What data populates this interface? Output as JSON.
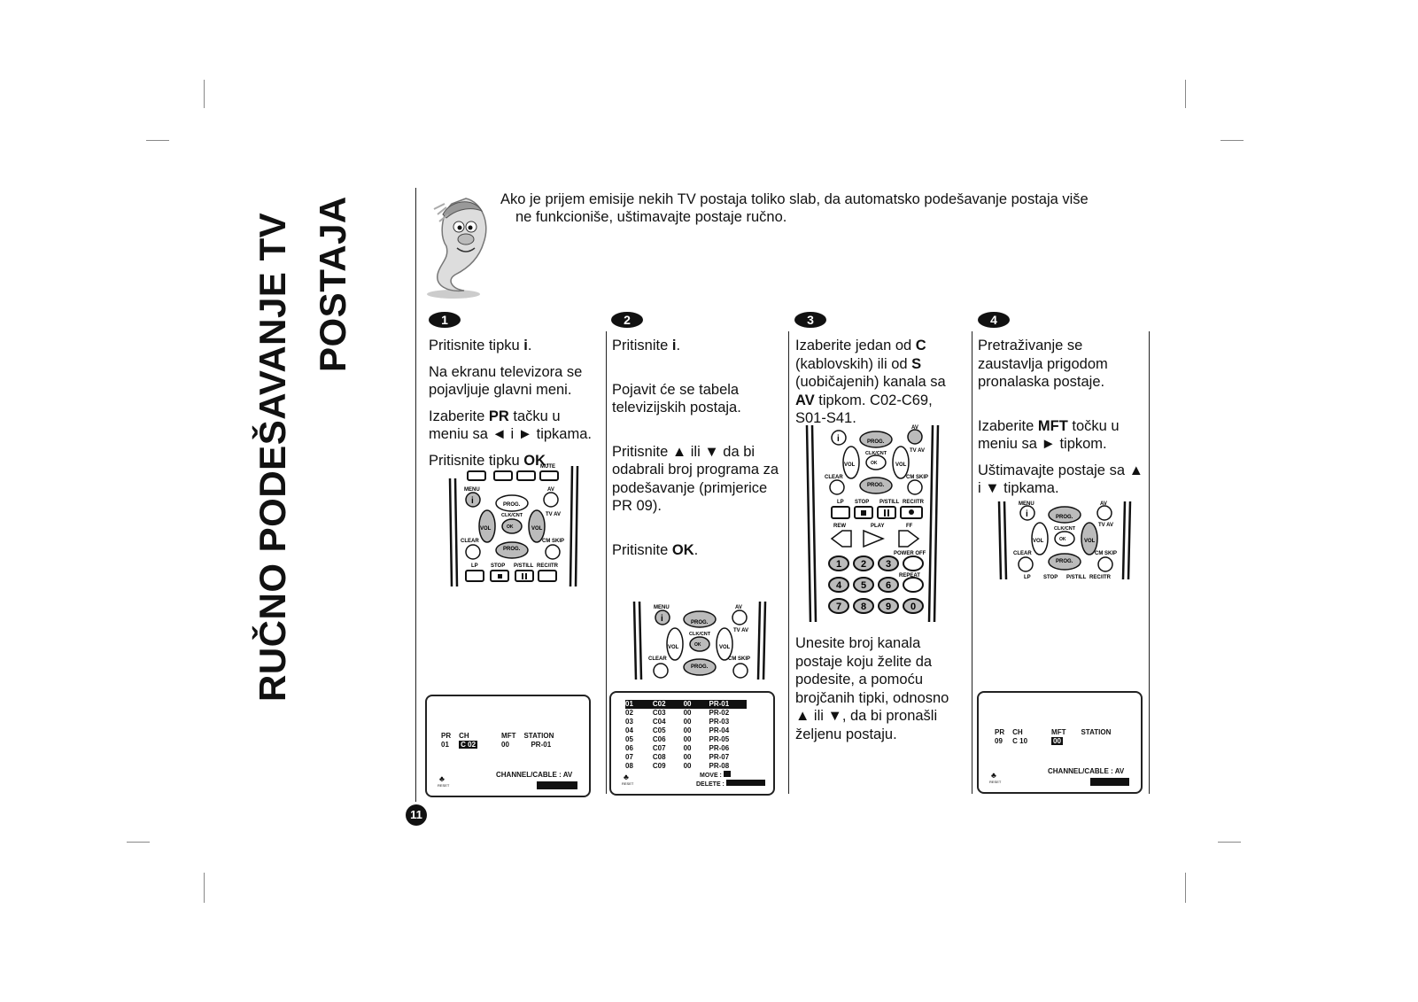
{
  "title": {
    "line1": "RUČNO PODEŠAVANJE TV",
    "line2": "POSTAJA"
  },
  "intro": {
    "line1": "Ako je prijem emisije nekih TV postaja toliko slab, da automatsko podešavanje postaja više",
    "line2": "ne funkcioniše, uštimavajte postaje ručno."
  },
  "steps": [
    {
      "num": "1",
      "lines": [
        {
          "a": "Pritisnite tipku ",
          "b": "i",
          "c": "."
        },
        {
          "a": "Na ekranu televizora se pojavljuje glavni meni.",
          "b": "",
          "c": ""
        },
        {
          "a": "Izaberite ",
          "b": "PR",
          "c": " tačku u meniu sa ◄ i ► tipkama."
        },
        {
          "a": "Pritisnite tipku ",
          "b": "OK",
          "c": "."
        }
      ]
    },
    {
      "num": "2",
      "lines": [
        {
          "a": "Pritisnite ",
          "b": "i",
          "c": "."
        },
        {
          "a": "Pojavit će se tabela televizijskih postaja.",
          "b": "",
          "c": ""
        },
        {
          "a": "Pritisnite ▲ ili ▼ da bi odabrali broj programa za podešavanje (primjerice PR 09).",
          "b": "",
          "c": ""
        },
        {
          "a": "Pritisnite ",
          "b": "OK",
          "c": "."
        }
      ]
    },
    {
      "num": "3",
      "lines": [
        {
          "a": "Izaberite jedan od ",
          "b": "C",
          "c": " (kablovskih) ili od "
        },
        {
          "a": "",
          "b": "S",
          "c": " (uobičajenih) kanala sa "
        },
        {
          "a": "",
          "b": "AV",
          "c": " tipkom. C02-C69, S01-S41."
        },
        {
          "a": "Unesite broj kanala postaje koju želite da podesite, a pomoću brojčanih tipki, odnosno ▲ ili ▼, da bi pronašli željenu postaju.",
          "b": "",
          "c": ""
        }
      ]
    },
    {
      "num": "4",
      "lines": [
        {
          "a": "Pretraživanje se zaustavlja prigodom pronalaska postaje.",
          "b": "",
          "c": ""
        },
        {
          "a": "Izaberite ",
          "b": "MFT",
          "c": " točku u meniu sa ► tipkom."
        },
        {
          "a": "Uštimavajte postaje sa ▲ i ▼ tipkama.",
          "b": "",
          "c": ""
        }
      ]
    }
  ],
  "remote_labels": {
    "menu": "MENU",
    "av": "AV",
    "prog": "PROG.",
    "clkcnt": "CLK/CNT",
    "ok": "OK",
    "tvav": "TV AV",
    "vol": "VOL",
    "clear": "CLEAR",
    "cmskip": "CM SKIP",
    "lp": "LP",
    "stop": "STOP",
    "pstill": "P/STILL",
    "recitr": "REC/ITR",
    "mute": "MUTE",
    "rew": "REW",
    "play": "PLAY",
    "ff": "FF",
    "poweroff": "POWER OFF",
    "repeat": "REPEAT",
    "i": "i"
  },
  "digits": [
    "1",
    "2",
    "3",
    "4",
    "5",
    "6",
    "7",
    "8",
    "9",
    "0"
  ],
  "screen1": {
    "headers": [
      "PR",
      "CH",
      "MFT",
      "STATION"
    ],
    "values": [
      "01",
      "C 02",
      "00",
      "PR-01"
    ],
    "footer": "CHANNEL/CABLE : AV",
    "reset": "RESET"
  },
  "screen2": {
    "rows": [
      [
        "01",
        "C02",
        "00",
        "PR-01"
      ],
      [
        "02",
        "C03",
        "00",
        "PR-02"
      ],
      [
        "03",
        "C04",
        "00",
        "PR-03"
      ],
      [
        "04",
        "C05",
        "00",
        "PR-04"
      ],
      [
        "05",
        "C06",
        "00",
        "PR-05"
      ],
      [
        "06",
        "C07",
        "00",
        "PR-06"
      ],
      [
        "07",
        "C08",
        "00",
        "PR-07"
      ],
      [
        "08",
        "C09",
        "00",
        "PR-08"
      ]
    ],
    "move": "MOVE :",
    "delete": "DELETE :",
    "reset": "RESET"
  },
  "screen4": {
    "headers": [
      "PR",
      "CH",
      "MFT",
      "STATION"
    ],
    "values": [
      "09",
      "C 10",
      "00",
      ""
    ],
    "footer": "CHANNEL/CABLE : AV",
    "reset": "RESET"
  },
  "page_number": "11"
}
